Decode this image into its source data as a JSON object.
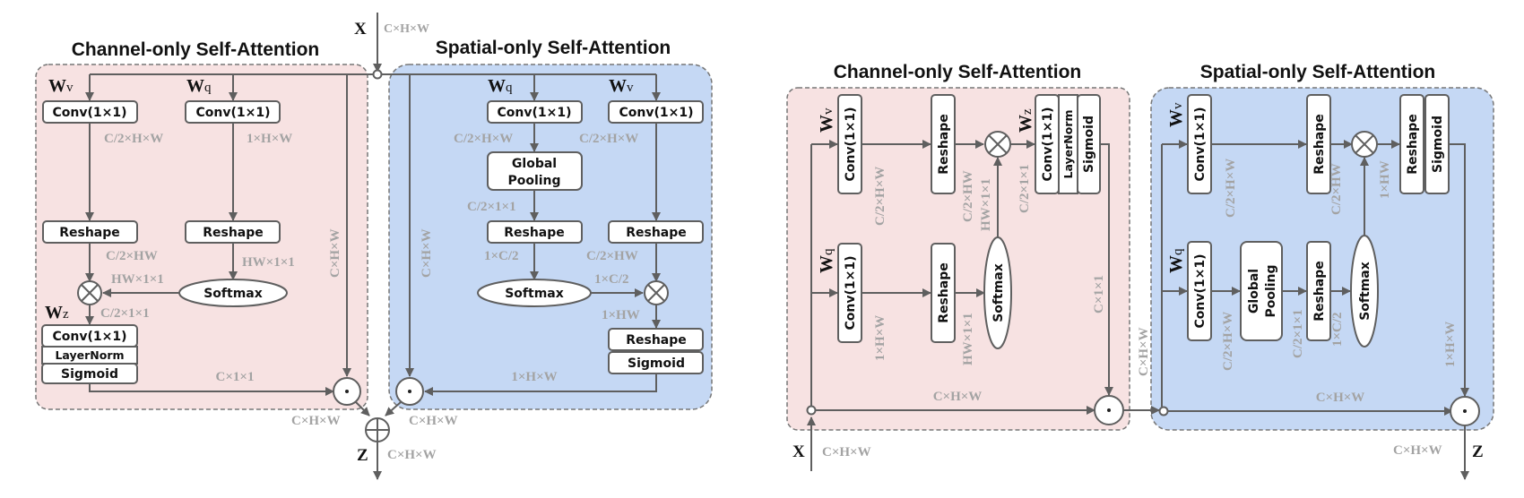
{
  "colors": {
    "channel_bg": "#f7e2e2",
    "spatial_bg": "#c5d8f4",
    "line": "#5f5f5f",
    "dim_text": "#a3a3a3"
  },
  "left": {
    "input_label": "X",
    "input_dim": "C×H×W",
    "output_label": "Z",
    "output_dim": "C×H×W",
    "channel": {
      "title": "Channel-only Self-Attention",
      "wv": "W",
      "wv_sub": "v",
      "wq": "W",
      "wq_sub": "q",
      "wz": "W",
      "wz_sub": "z",
      "conv_v": "Conv(1×1)",
      "conv_q": "Conv(1×1)",
      "dim_v": "C/2×H×W",
      "dim_q": "1×H×W",
      "reshape_v": "Reshape",
      "reshape_q": "Reshape",
      "dim_rv": "C/2×HW",
      "dim_rq": "HW×1×1",
      "softmax": "Softmax",
      "dim_sm": "HW×1×1",
      "dim_mul": "C/2×1×1",
      "conv_z": "Conv(1×1)",
      "layernorm": "LayerNorm",
      "sigmoid": "Sigmoid",
      "dim_gate": "C×1×1",
      "dim_skip": "C×H×W",
      "dim_out": "C×H×W"
    },
    "spatial": {
      "title": "Spatial-only Self-Attention",
      "wq": "W",
      "wq_sub": "q",
      "wv": "W",
      "wv_sub": "v",
      "conv_q": "Conv(1×1)",
      "conv_v": "Conv(1×1)",
      "dim_q": "C/2×H×W",
      "dim_v": "C/2×H×W",
      "pool_1": "Global",
      "pool_2": "Pooling",
      "dim_pool": "C/2×1×1",
      "reshape_q": "Reshape",
      "reshape_v": "Reshape",
      "dim_rq": "1×C/2",
      "dim_rv": "C/2×HW",
      "softmax": "Softmax",
      "dim_sm": "1×C/2",
      "dim_mul": "1×HW",
      "reshape_out": "Reshape",
      "sigmoid": "Sigmoid",
      "dim_gate": "1×H×W",
      "dim_skip": "C×H×W",
      "dim_out": "C×H×W"
    }
  },
  "right": {
    "input_label": "X",
    "input_dim": "C×H×W",
    "output_label": "Z",
    "output_dim": "C×H×W",
    "mid_dim": "C×H×W",
    "channel": {
      "title": "Channel-only Self-Attention",
      "wv": "W",
      "wv_sub": "v",
      "wq": "W",
      "wq_sub": "q",
      "wz": "W",
      "wz_sub": "z",
      "conv_v": "Conv(1×1)",
      "conv_q": "Conv(1×1)",
      "dim_v": "C/2×H×W",
      "dim_q": "1×H×W",
      "reshape_v": "Reshape",
      "reshape_q": "Reshape",
      "dim_rv": "C/2×HW",
      "dim_sm_in": "HW×1×1",
      "dim_sm_out": "HW×1×1",
      "softmax": "Softmax",
      "dim_mul": "C/2×1×1",
      "conv_z": "Conv(1×1)",
      "layernorm": "LayerNorm",
      "sigmoid": "Sigmoid",
      "dim_gate": "C×1×1",
      "dim_skip": "C×H×W"
    },
    "spatial": {
      "title": "Spatial-only Self-Attention",
      "wv": "W",
      "wv_sub": "v",
      "wq": "W",
      "wq_sub": "q",
      "conv_v": "Conv(1×1)",
      "conv_q": "Conv(1×1)",
      "dim_v": "C/2×H×W",
      "dim_q": "C/2×H×W",
      "pool_1": "Global",
      "pool_2": "Pooling",
      "dim_pool": "C/2×1×1",
      "reshape_v": "Reshape",
      "reshape_q": "Reshape",
      "dim_rv": "C/2×HW",
      "dim_rq": "1×C/2",
      "softmax": "Softmax",
      "dim_mul": "1×HW",
      "reshape_out": "Reshape",
      "sigmoid": "Sigmoid",
      "dim_gate": "1×H×W",
      "dim_skip": "C×H×W"
    }
  }
}
